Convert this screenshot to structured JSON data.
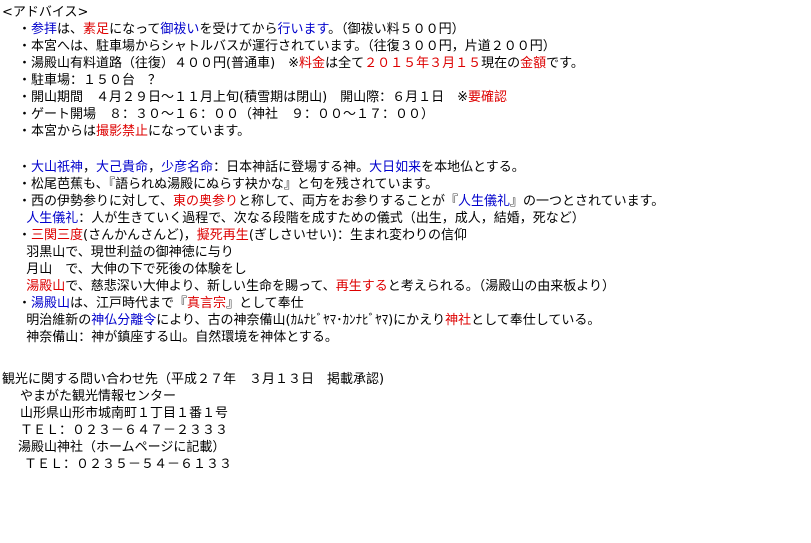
{
  "colors": {
    "text": "#000000",
    "blue": "#0000cc",
    "red": "#dd0000"
  },
  "lines": [
    [
      {
        "t": "<アドバイス>"
      }
    ],
    [
      {
        "t": "・"
      },
      {
        "t": "参拝",
        "c": "blue"
      },
      {
        "t": "は、"
      },
      {
        "t": "素足",
        "c": "red"
      },
      {
        "t": "になって"
      },
      {
        "t": "御祓い",
        "c": "blue"
      },
      {
        "t": "を受けてから"
      },
      {
        "t": "行います",
        "c": "blue"
      },
      {
        "t": "。（御祓い料５００円）"
      }
    ],
    [
      {
        "t": "・本宮へは、駐車場からシャトルバスが運行されています。（往復３００円，片道２００円）"
      }
    ],
    [
      {
        "t": "・湯殿山有料道路（往復）４００円(普通車)　※"
      },
      {
        "t": "料金",
        "c": "red"
      },
      {
        "t": "は全て"
      },
      {
        "t": "２０１５年３月１５",
        "c": "red"
      },
      {
        "t": "現在の"
      },
      {
        "t": "金額",
        "c": "red"
      },
      {
        "t": "です。"
      }
    ],
    [
      {
        "t": "・駐車場：１５０台　？"
      }
    ],
    [
      {
        "t": "・開山期間　４月２９日～１１月上旬(積雪期は閉山)　開山際：６月１日　※"
      },
      {
        "t": "要確認",
        "c": "red"
      }
    ],
    [
      {
        "t": "・ゲート開場　８：３０～１６：００（神社　９：００～１７：００）"
      }
    ],
    [
      {
        "t": "・本宮からは"
      },
      {
        "t": "撮影禁止",
        "c": "red"
      },
      {
        "t": "になっています。"
      }
    ],
    [],
    [
      {
        "t": "・"
      },
      {
        "t": "大山祇神",
        "c": "blue"
      },
      {
        "t": "，"
      },
      {
        "t": "大己貴命",
        "c": "blue"
      },
      {
        "t": "，"
      },
      {
        "t": "少彦名命",
        "c": "blue"
      },
      {
        "t": "：日本神話に登場する神。"
      },
      {
        "t": "大日如来",
        "c": "blue"
      },
      {
        "t": "を本地仏とする。"
      }
    ],
    [
      {
        "t": "・松尾芭蕉も、『語られぬ湯殿にぬらす袂かな』と句を残されています。"
      }
    ],
    [
      {
        "t": "・西の伊勢参りに対して、"
      },
      {
        "t": "東の奥参り",
        "c": "red"
      },
      {
        "t": "と称して、両方をお参りすることが『"
      },
      {
        "t": "人生儀礼",
        "c": "blue"
      },
      {
        "t": "』の一つとされています。"
      }
    ],
    [
      {
        "t": "  "
      },
      {
        "t": "人生儀礼",
        "c": "blue"
      },
      {
        "t": "：人が生きていく過程で、次なる段階を成すための儀式（出生，成人，結婚，死など）"
      }
    ],
    [
      {
        "t": "・"
      },
      {
        "t": "三関三度",
        "c": "red"
      },
      {
        "t": "(さんかんさんど)，"
      },
      {
        "t": "擬死再生",
        "c": "red"
      },
      {
        "t": "(ぎしさいせい)：生まれ変わりの信仰"
      }
    ],
    [
      {
        "t": "  羽黒山で、現世利益の御神徳に与り"
      }
    ],
    [
      {
        "t": "  月山　で、大伸の下で死後の体験をし"
      }
    ],
    [
      {
        "t": "  "
      },
      {
        "t": "湯殿山",
        "c": "red"
      },
      {
        "t": "で、慈悲深い大伸より、新しい生命を賜って、"
      },
      {
        "t": "再生する",
        "c": "red"
      },
      {
        "t": "と考えられる。（湯殿山の由来板より）"
      }
    ],
    [
      {
        "t": "・"
      },
      {
        "t": "湯殿山",
        "c": "blue"
      },
      {
        "t": "は、江戸時代まで『"
      },
      {
        "t": "真言宗",
        "c": "red"
      },
      {
        "t": "』として奉仕"
      }
    ],
    [
      {
        "t": "  明治維新の"
      },
      {
        "t": "神仏分離令",
        "c": "blue"
      },
      {
        "t": "により、古の神奈備山(ｶﾑﾅﾋﾞﾔﾏ･ｶﾝﾅﾋﾞﾔﾏ)にかえり"
      },
      {
        "t": "神社",
        "c": "red"
      },
      {
        "t": "として奉仕している。"
      }
    ],
    [
      {
        "t": "  神奈備山：神が鎮座する山。自然環境を神体とする。"
      }
    ],
    [],
    [
      {
        "t": "観光に関する問い合わせ先（平成２７年　３月１３日　掲載承認)"
      }
    ],
    [
      {
        "t": "やまがた観光情報センター"
      }
    ],
    [
      {
        "t": "山形県山形市城南町１丁目１番１号"
      }
    ],
    [
      {
        "t": "ＴＥＬ：０２３－６４７－２３３３"
      }
    ],
    [
      {
        "t": "湯殿山神社（ホームページに記載）"
      }
    ],
    [
      {
        "t": "ＴＥＬ：０２３５－５４－６１３３"
      }
    ]
  ]
}
